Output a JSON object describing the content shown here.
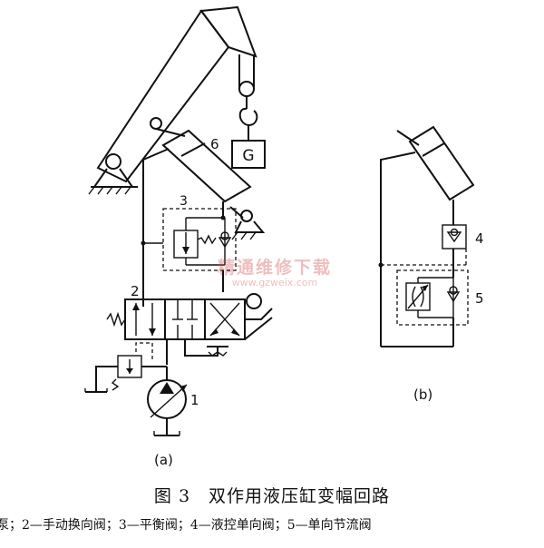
{
  "figure": {
    "title": "图 3　双作用液压缸变幅回路",
    "legend": "泵；2—手动换向阀；3—平衡阀；4—液控单向阀；5—单向节流阀"
  },
  "labels": {
    "load": "G",
    "n1": "1",
    "n2": "2",
    "n3": "3",
    "n4": "4",
    "n5": "5",
    "n6": "6",
    "sub_a": "(a)",
    "sub_b": "(b)"
  },
  "watermark": {
    "name": "精通维修下载",
    "url": "www.gzweix.com"
  },
  "colors": {
    "line": "#111111",
    "watermark": "#d24646"
  }
}
